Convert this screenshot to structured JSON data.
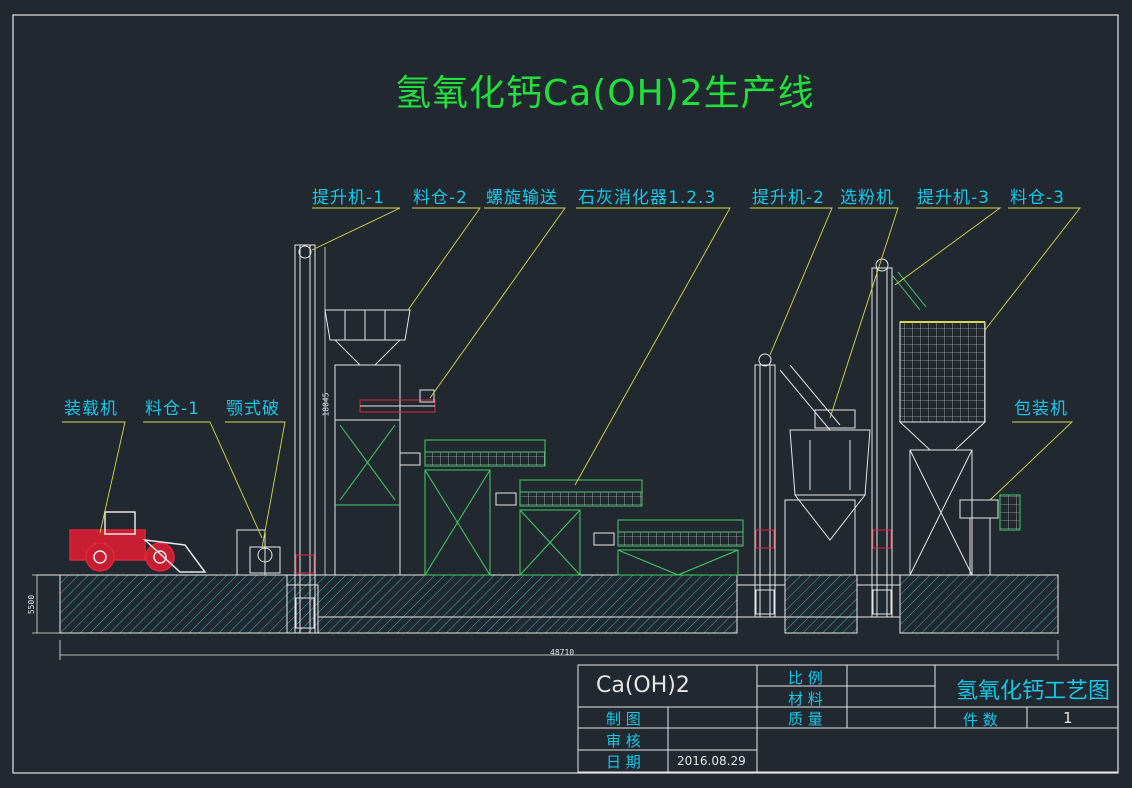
{
  "title": "氢氧化钙Ca(OH)2生产线",
  "labels": {
    "elevator1": "提升机-1",
    "bin2": "料仓-2",
    "screw": "螺旋输送",
    "slaker": "石灰消化器1.2.3",
    "elevator2": "提升机-2",
    "classifier": "选粉机",
    "elevator3": "提升机-3",
    "bin3": "料仓-3",
    "loader": "装载机",
    "bin1": "料仓-1",
    "crusher": "颚式破",
    "packer": "包装机"
  },
  "dimensions": {
    "elevator_height": "18045",
    "pit_depth": "5500",
    "total_length": "48710"
  },
  "title_block": {
    "product": "Ca(OH)2",
    "scale_label": "比 例",
    "material_label": "材 料",
    "weight_label": "质 量",
    "drawing_name": "氢氧化钙工艺图",
    "drawn_label": "制 图",
    "check_label": "审 核",
    "date_label": "日 期",
    "date_value": "2016.08.29",
    "count_label": "件 数",
    "count_value": "1"
  },
  "colors": {
    "background": "#212830",
    "frame": "#e6e6e6",
    "green_text": "#22e03c",
    "cyan_text": "#19c7e6",
    "leader": "#d8d84a",
    "equipment_green": "#3ecf66",
    "equipment_white": "#e6e6e6",
    "equipment_red": "#e0253a",
    "hatch": "#2fb7b7"
  }
}
